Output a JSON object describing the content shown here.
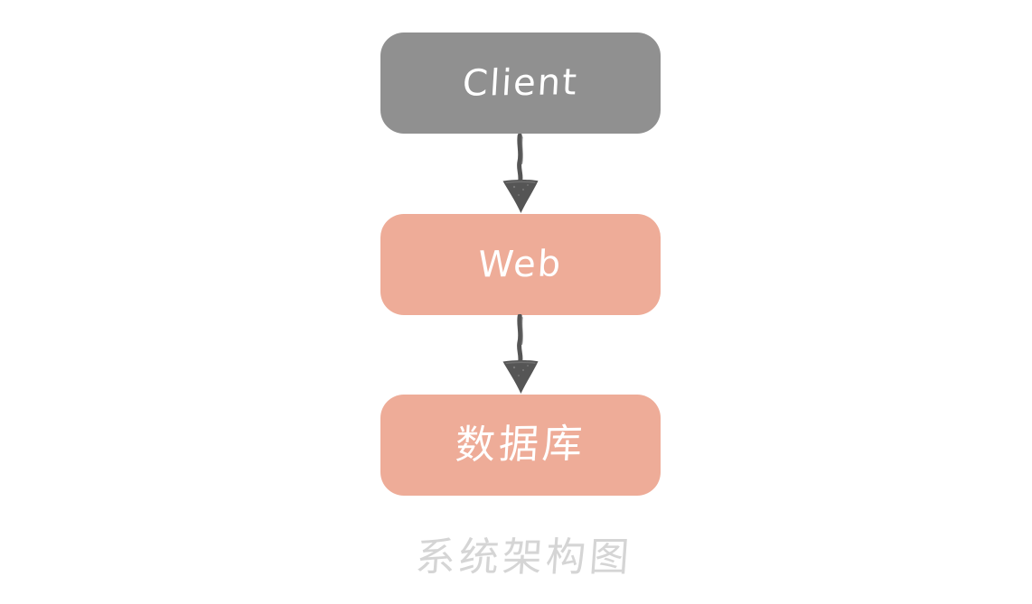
{
  "diagram": {
    "caption": "系统架构图",
    "caption_color": "#d5d5d5",
    "background_color": "#ffffff",
    "nodes": [
      {
        "id": "client",
        "label": "Client",
        "fill_color": "#909090",
        "text_color": "#ffffff",
        "script": "latin"
      },
      {
        "id": "web",
        "label": "Web",
        "fill_color": "#eeac98",
        "text_color": "#ffffff",
        "script": "latin"
      },
      {
        "id": "database",
        "label": "数据库",
        "fill_color": "#eeac98",
        "text_color": "#ffffff",
        "script": "cjk"
      }
    ],
    "edges": [
      {
        "id": "client-to-web",
        "from": "client",
        "to": "web",
        "direction": "down",
        "color": "#555555",
        "style": "hand-drawn"
      },
      {
        "id": "web-to-database",
        "from": "web",
        "to": "database",
        "direction": "down",
        "color": "#555555",
        "style": "hand-drawn"
      }
    ]
  }
}
